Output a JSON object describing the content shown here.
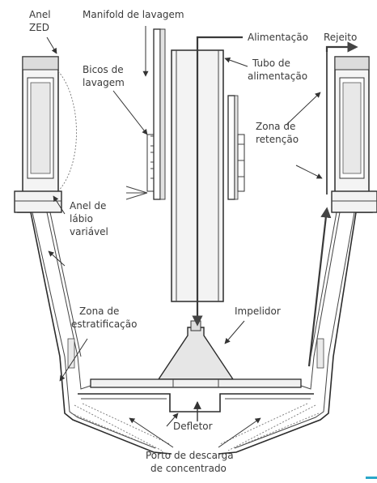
{
  "labels": {
    "anel_zed_1": "Anel",
    "anel_zed_2": "ZED",
    "manifold": "Manifold de lavagem",
    "alimentacao": "Alimentação",
    "rejeito": "Rejeito",
    "bicos_1": "Bicos de",
    "bicos_2": "lavagem",
    "tubo_1": "Tubo de",
    "tubo_2": "alimentação",
    "zona_ret_1": "Zona de",
    "zona_ret_2": "retenção",
    "anel_labio_1": "Anel de",
    "anel_labio_2": "lábio",
    "anel_labio_3": "variável",
    "zona_estrat_1": "Zona de",
    "zona_estrat_2": "estratificação",
    "impelidor": "Impelidor",
    "defletor": "Defletor",
    "porto_1": "Porto de descarga",
    "porto_2": "de concentrado"
  },
  "colors": {
    "line": "#333333",
    "text": "#3a3a3a",
    "fill_gray": "#e6e6e6",
    "fill_light": "#f2f2f2",
    "accent": "#2aa7c9"
  }
}
